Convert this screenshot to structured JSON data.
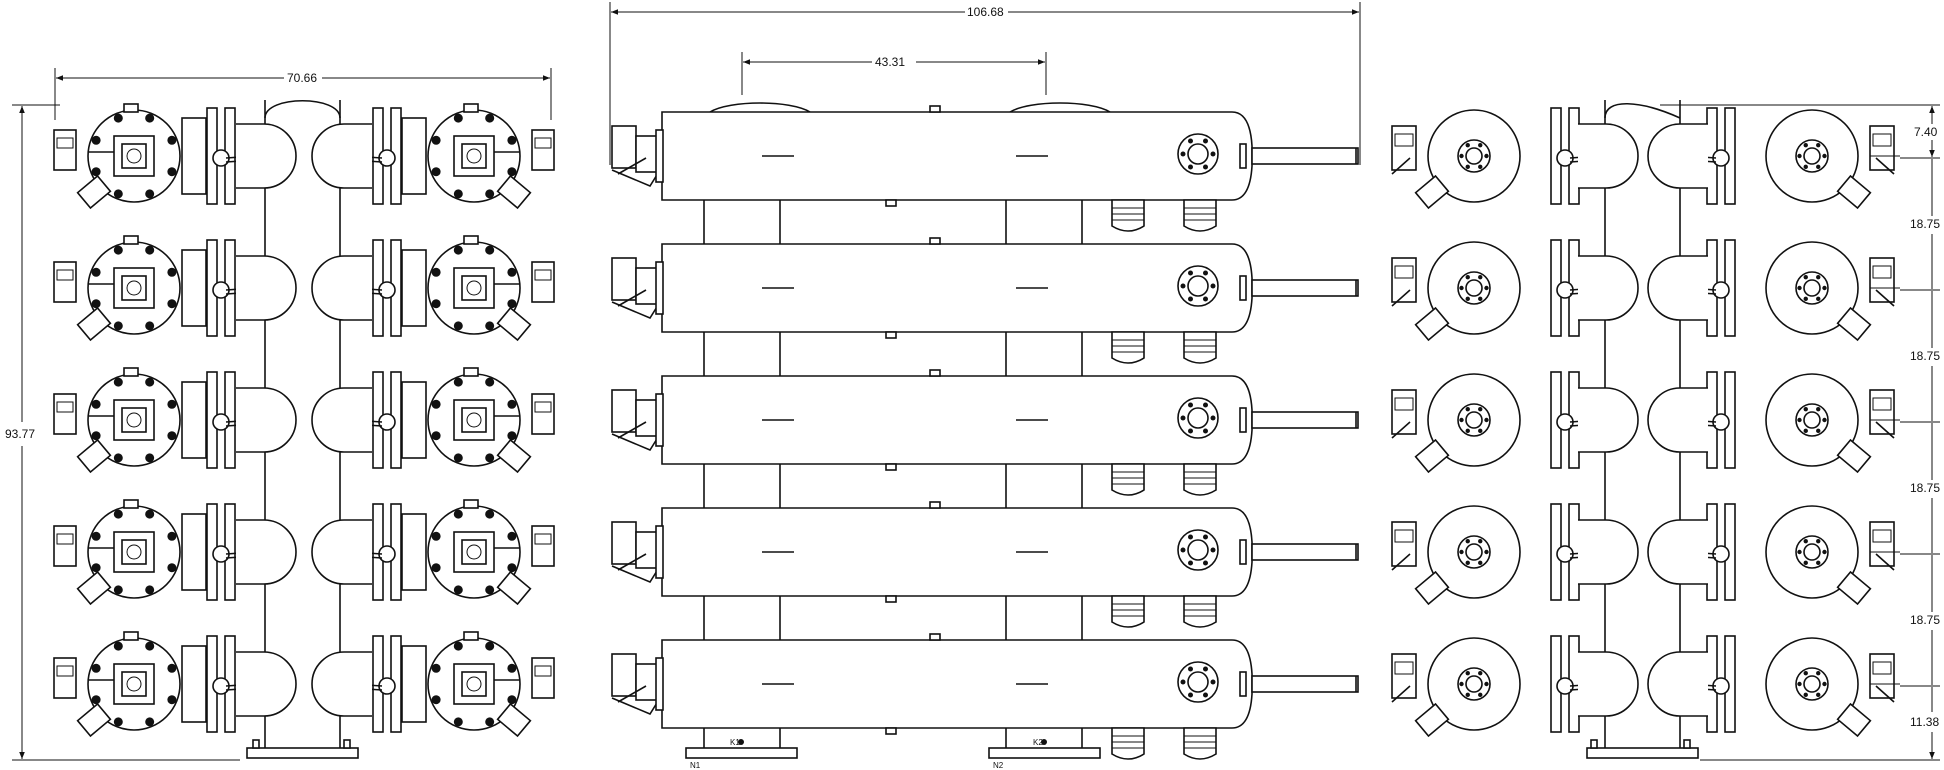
{
  "dimensions": {
    "overall_length": "106.68",
    "saddle_spacing": "43.31",
    "end_view_width": "70.66",
    "overall_height": "93.77",
    "top_offset": "7.40",
    "row_pitch": [
      "18.75",
      "18.75",
      "18.75",
      "18.75"
    ],
    "bottom_offset": "11.38"
  },
  "labels": {
    "saddle_1_tag": "K1",
    "saddle_2_tag": "K2",
    "nozzle_1": "N1",
    "nozzle_2": "N2"
  },
  "views": [
    "left-end-view",
    "side-elevation-view",
    "right-end-view"
  ],
  "rows": 5
}
